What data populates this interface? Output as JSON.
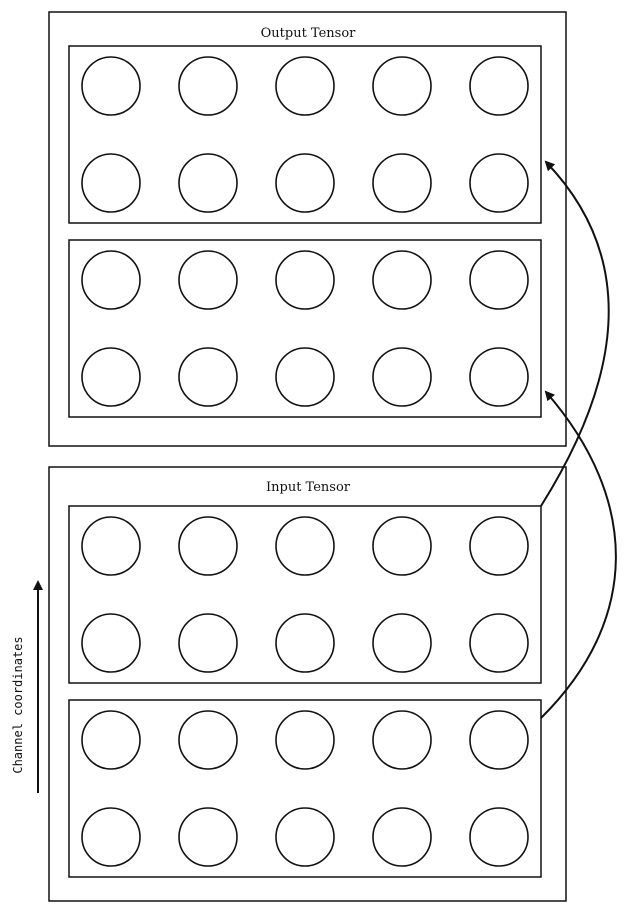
{
  "output_tensor": {
    "title": "Output Tensor",
    "groups": [
      {
        "rows": 2,
        "cols": 5
      },
      {
        "rows": 2,
        "cols": 5
      }
    ]
  },
  "input_tensor": {
    "title": "Input Tensor",
    "groups": [
      {
        "rows": 2,
        "cols": 5
      },
      {
        "rows": 2,
        "cols": 5
      }
    ]
  },
  "axis": {
    "label": "Channel coordinates"
  },
  "arrows": [
    {
      "from": "input_tensor.groups.0",
      "to": "output_tensor.groups.0"
    },
    {
      "from": "input_tensor.groups.1",
      "to": "output_tensor.groups.1"
    }
  ],
  "colors": {
    "stroke": "#111111",
    "background": "#ffffff"
  }
}
